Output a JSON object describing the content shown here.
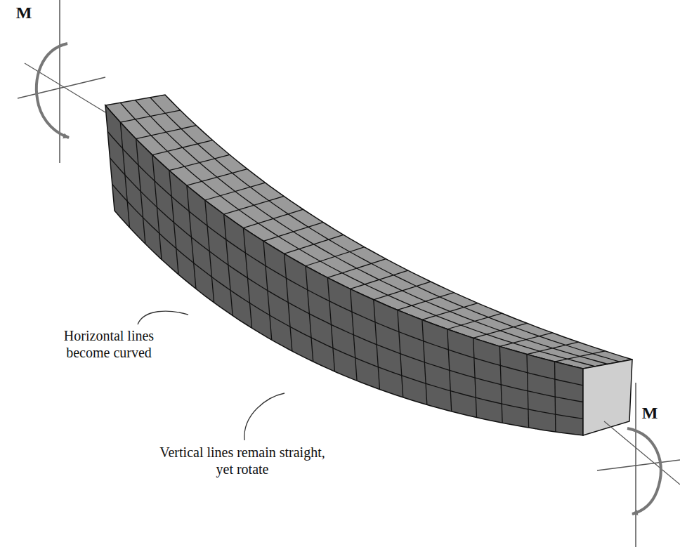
{
  "diagram": {
    "labels": [
      "M",
      "Horizontal lines become curved",
      "Vertical lines remain straight, yet rotate",
      "M"
    ]
  }
}
